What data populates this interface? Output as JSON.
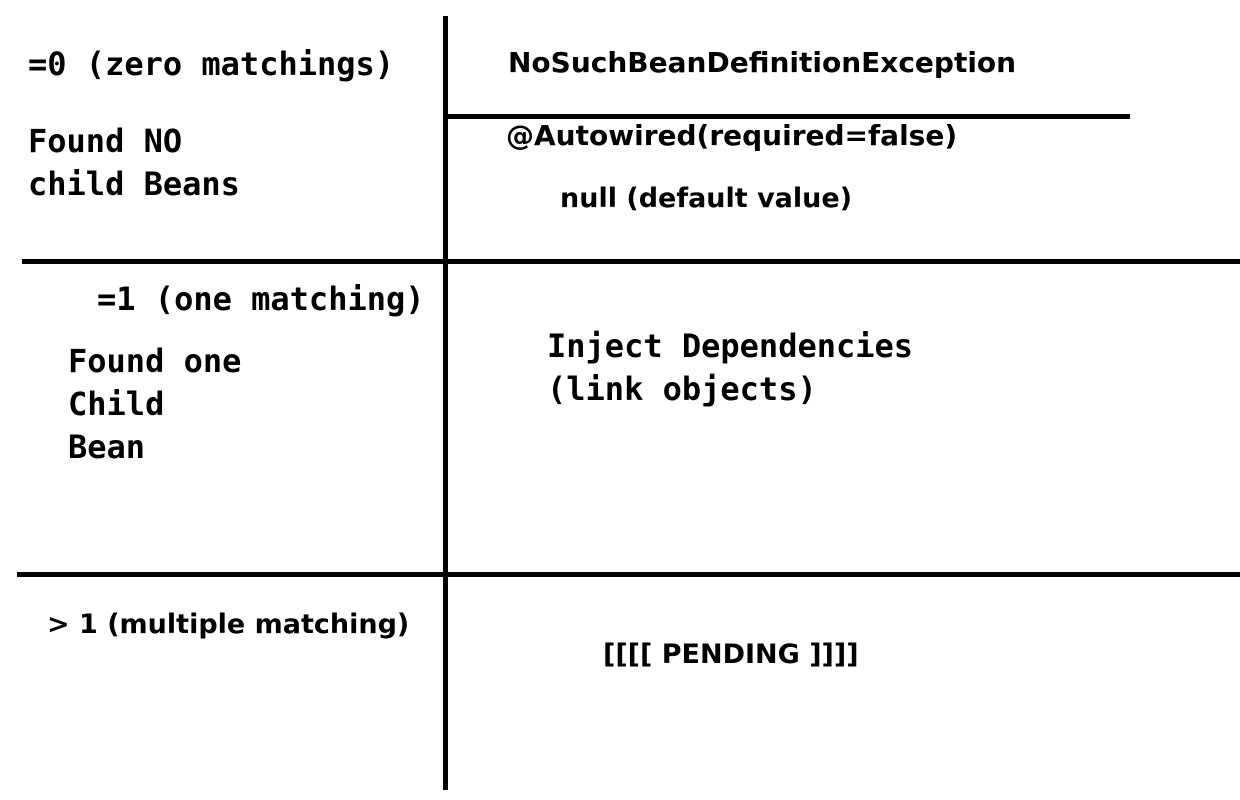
{
  "rows": [
    {
      "condition": "=0 (zero matchings)",
      "description_lines": [
        "Found NO",
        "child Beans"
      ],
      "result_top": "NoSuchBeanDefinitionException",
      "result_alt": "@Autowired(required=false)",
      "result_alt_value": "null (default value)"
    },
    {
      "condition": "=1 (one matching)",
      "description_lines": [
        "Found one",
        "Child",
        "Bean"
      ],
      "result_lines": [
        "Inject Dependencies",
        "(link objects)"
      ]
    },
    {
      "condition": "> 1 (multiple matching)",
      "result": "[[[[ PENDING ]]]]"
    }
  ],
  "colors": {
    "ink": "#000000",
    "background": "#ffffff"
  }
}
